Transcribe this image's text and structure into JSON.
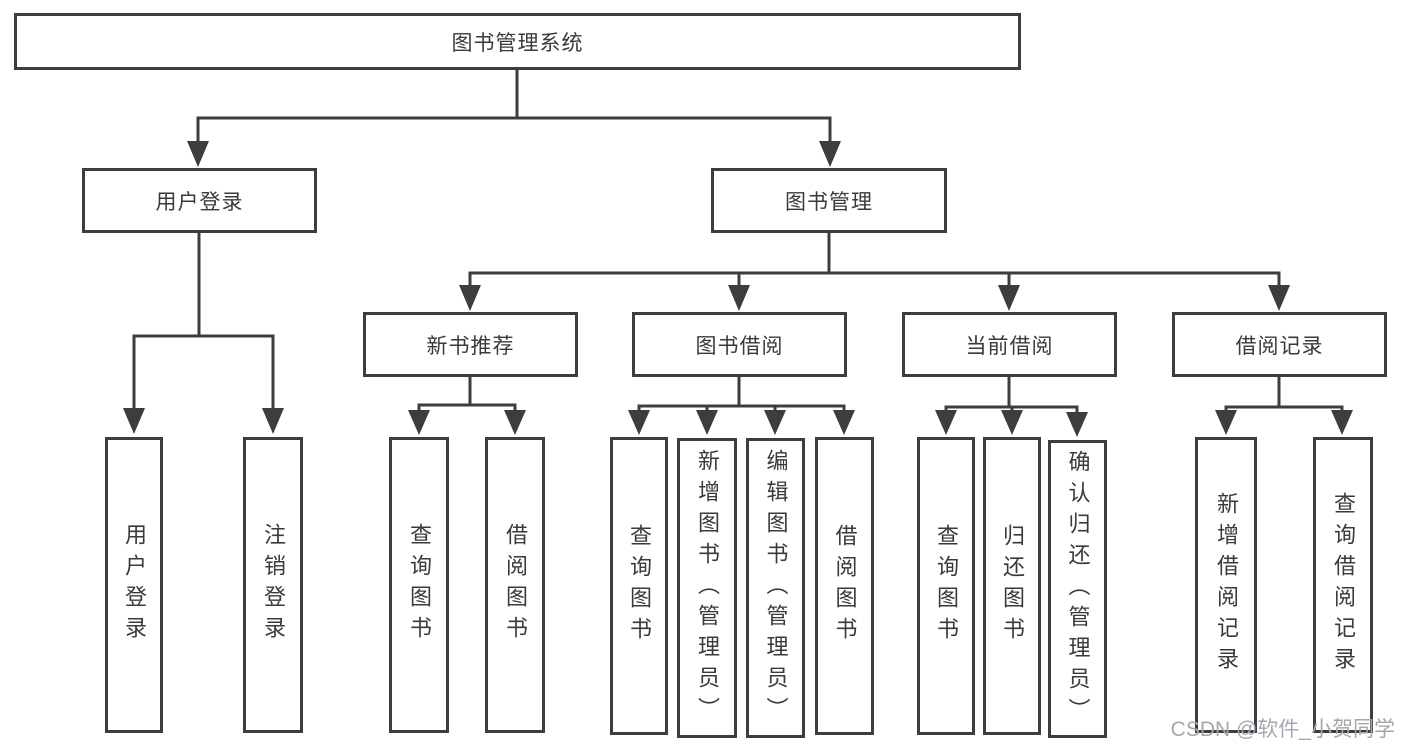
{
  "diagram_title": "图书管理系统",
  "tree": {
    "root": {
      "label": "图书管理系统"
    },
    "branches": [
      {
        "label": "用户登录",
        "children": [
          {
            "label": "用户登录"
          },
          {
            "label": "注销登录"
          }
        ]
      },
      {
        "label": "图书管理",
        "children": [
          {
            "label": "新书推荐",
            "children": [
              {
                "label": "查询图书"
              },
              {
                "label": "借阅图书"
              }
            ]
          },
          {
            "label": "图书借阅",
            "children": [
              {
                "label": "查询图书"
              },
              {
                "label": "新增图书（管理员）"
              },
              {
                "label": "编辑图书（管理员）"
              },
              {
                "label": "借阅图书"
              }
            ]
          },
          {
            "label": "当前借阅",
            "children": [
              {
                "label": "查询图书"
              },
              {
                "label": "归还图书"
              },
              {
                "label": "确认归还（管理员）"
              }
            ]
          },
          {
            "label": "借阅记录",
            "children": [
              {
                "label": "新增借阅记录"
              },
              {
                "label": "查询借阅记录"
              }
            ]
          }
        ]
      }
    ]
  },
  "watermark": {
    "text": "CSDN @软件_小贺同学"
  },
  "colors": {
    "background": "#ffffff",
    "line": "#3d3d3d",
    "box_border": "#3d3d3d",
    "text": "#3a3a3a",
    "watermark": "#a6a6ae"
  }
}
